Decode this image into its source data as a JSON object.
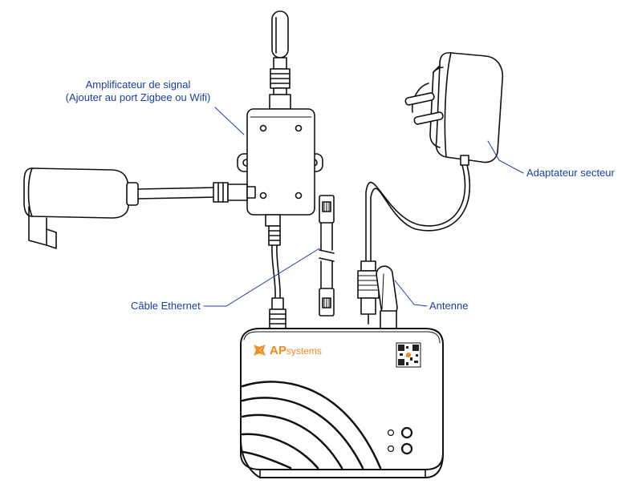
{
  "labels": {
    "amplifier_line1": "Amplificateur de signal",
    "amplifier_line2": "(Ajouter au port Zigbee ou Wifi)",
    "power_adapter": "Adaptateur secteur",
    "ethernet_cable": "Câble Ethernet",
    "antenna": "Antenne"
  },
  "device": {
    "brand_prefix": "AP",
    "brand_suffix": "systems"
  },
  "colors": {
    "label_text": "#1a3ea8",
    "leader_line": "#1a3ea8",
    "drawing_stroke": "#111111",
    "brand_orange": "#f08a1c"
  }
}
